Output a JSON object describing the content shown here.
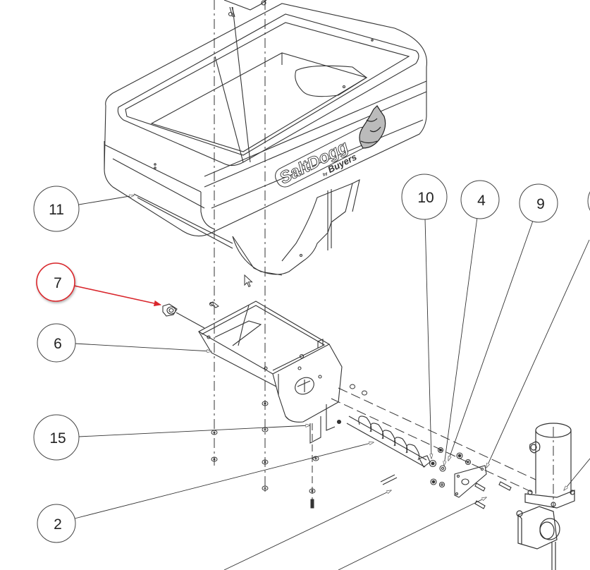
{
  "diagram": {
    "title": "Exploded parts view - spreader hopper assembly",
    "brand_logo": {
      "name": "SaltDogg",
      "byline": "by",
      "maker": "Buyers"
    },
    "highlight_color": "#d9262c",
    "line_color": "#333333",
    "callouts": [
      {
        "id": "callout-11",
        "label": "11",
        "highlighted": false,
        "points_to": "hopper"
      },
      {
        "id": "callout-7",
        "label": "7",
        "highlighted": true,
        "points_to": "bushing"
      },
      {
        "id": "callout-6",
        "label": "6",
        "highlighted": false,
        "points_to": "auger-housing"
      },
      {
        "id": "callout-15",
        "label": "15",
        "highlighted": false,
        "points_to": "housing-bracket"
      },
      {
        "id": "callout-2",
        "label": "2",
        "highlighted": false,
        "points_to": "auger"
      },
      {
        "id": "callout-10",
        "label": "10",
        "highlighted": false,
        "points_to": "nut"
      },
      {
        "id": "callout-4",
        "label": "4",
        "highlighted": false,
        "points_to": "washer"
      },
      {
        "id": "callout-9",
        "label": "9",
        "highlighted": false,
        "points_to": "motor-plate"
      },
      {
        "id": "callout-partial",
        "label": "",
        "highlighted": false,
        "points_to": "motor"
      }
    ]
  }
}
